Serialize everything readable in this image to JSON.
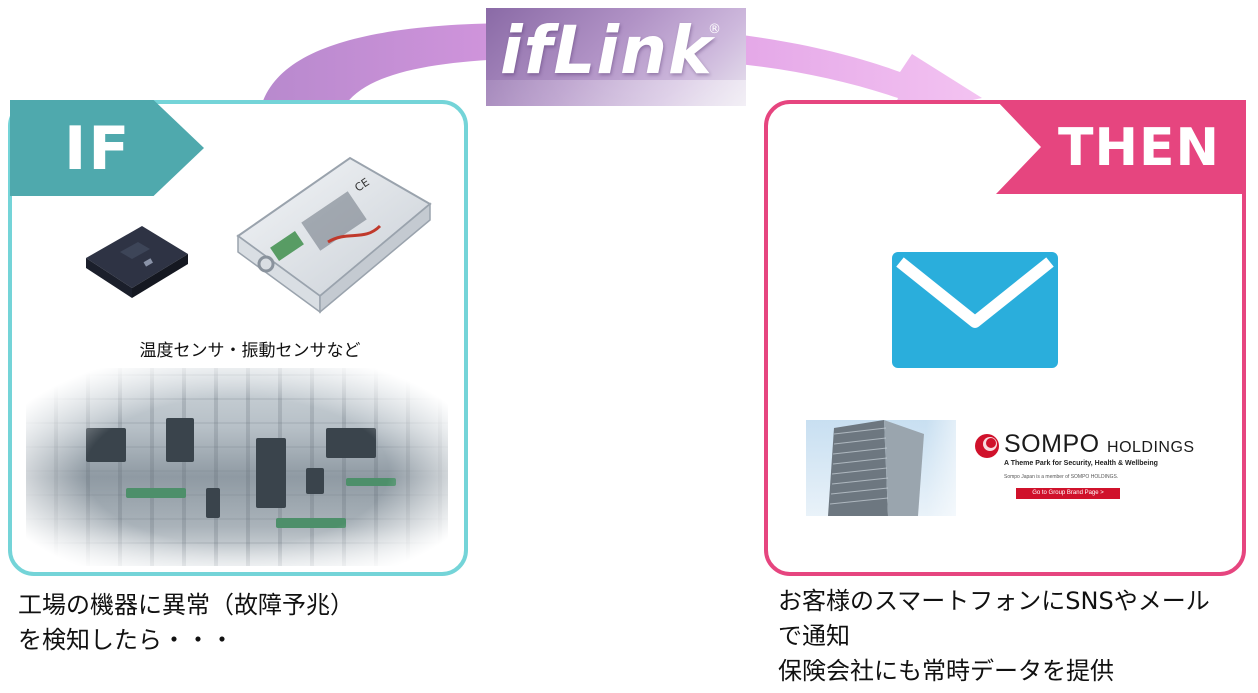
{
  "logo": {
    "text": "ifLink",
    "mark": "®"
  },
  "if_panel": {
    "tag": "IF",
    "sensor_caption": "温度センサ・振動センサなど",
    "caption_lines": [
      "工場の機器に異常（故障予兆）",
      "を検知したら・・・"
    ]
  },
  "then_panel": {
    "tag": "THEN",
    "sompo": {
      "name_main": "SOMPO",
      "name_small": "HOLDINGS",
      "tagline": "A Theme Park for Security, Health & Wellbeing",
      "member_note": "Sompo Japan is a member of SOMPO HOLDINGS.",
      "button_label": "Go to Group Brand Page  >"
    },
    "caption_lines": [
      "お客様のスマートフォンにSNSやメール",
      "で通知",
      "保険会社にも常時データを提供"
    ]
  },
  "icons": [
    "chip-sensor-icon",
    "vibration-sensor-device-icon",
    "mail-icon",
    "sompo-logo-icon"
  ],
  "colors": {
    "if_accent": "#4fa9ad",
    "if_border": "#74d4d8",
    "then_accent": "#e6457f",
    "arc": "#d58ad8",
    "mail": "#2aaedc"
  }
}
